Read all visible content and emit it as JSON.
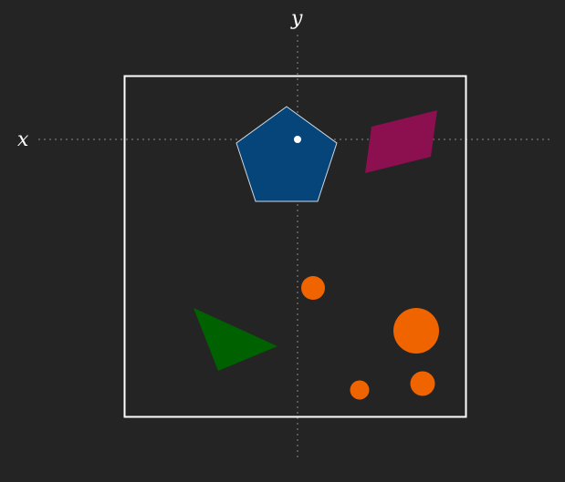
{
  "axes": {
    "x_label": "x",
    "y_label": "y"
  },
  "colors": {
    "background": "#242424",
    "frame": "#ffffff",
    "axis_line": "#8a8a8a",
    "label": "#ffffff",
    "pentagon": "#05457a",
    "pentagon_stroke": "#d0d8e0",
    "parallelogram": "#8c0f4f",
    "triangle": "#006100",
    "circle": "#f06400",
    "origin_dot": "#ffffff"
  },
  "shapes": [
    {
      "kind": "regular-pentagon",
      "name": "blue-pentagon"
    },
    {
      "kind": "parallelogram",
      "name": "magenta-parallelogram"
    },
    {
      "kind": "triangle",
      "name": "green-triangle"
    },
    {
      "kind": "circle",
      "name": "orange-circle-large"
    },
    {
      "kind": "circle",
      "name": "orange-circle-medium"
    },
    {
      "kind": "circle",
      "name": "orange-circle-small"
    },
    {
      "kind": "circle",
      "name": "orange-circle-upper"
    }
  ]
}
